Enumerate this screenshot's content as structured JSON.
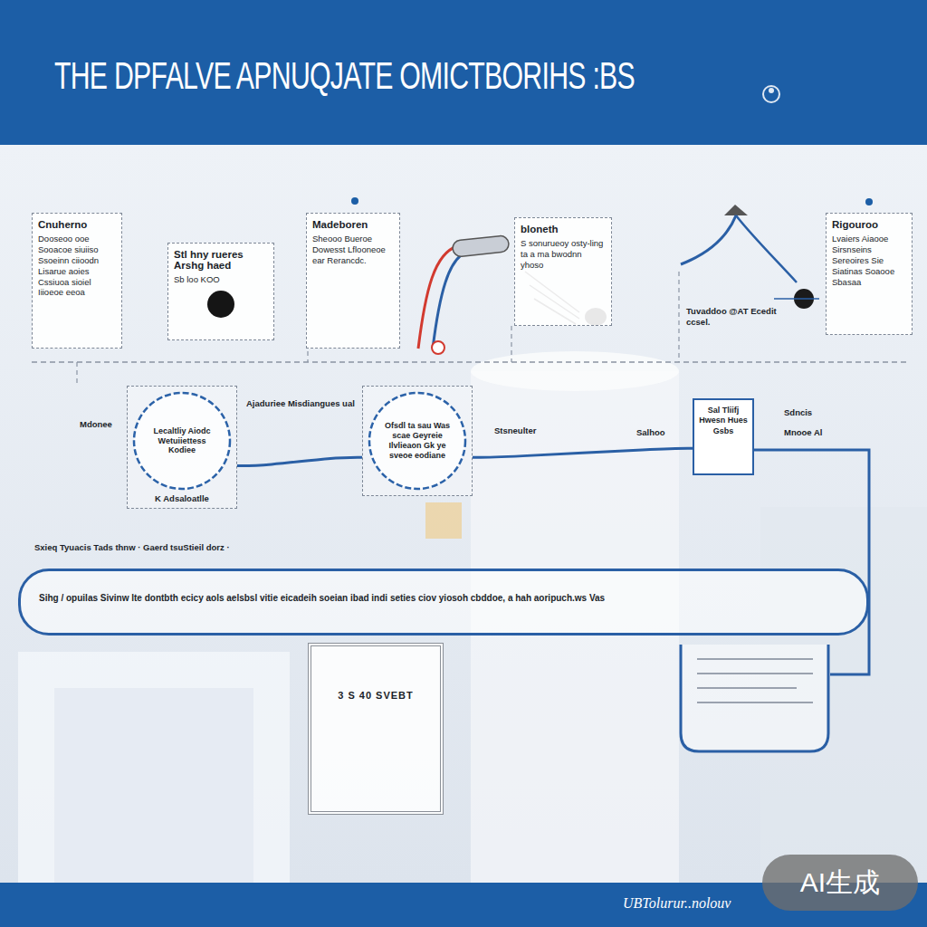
{
  "diagram": {
    "title": "THE DPFALVE APNUQJATE OMICTBORIHS :BS",
    "nodes": [
      {
        "text": [
          "Cnuherno",
          "Dooseoo ooe Sooacoe siuiiso Ssoeinn ciioodn Lisarue aoies Cssiuoa sioiel Iiioeoe eeoa"
        ]
      },
      {
        "text": [
          "Stl hny rueres Arshg haed",
          "Sb loo KOO"
        ]
      },
      {
        "text": [
          "Madeboren",
          "Sheooo Bueroe Dowesst Lflooneoe ear Rerancdc."
        ]
      },
      {
        "text": [
          "bloneth",
          "S sonurueoy osty-ling ta a ma bwodnn yhoso"
        ]
      },
      {
        "text": [
          "Rigouroo",
          "Lvaiers Aiaooe Sirsnseins Sereoires Sie Siatinas Soaooe Sbasaa"
        ]
      },
      {
        "text": [
          "Lecaltliy Aiodc Wetuiiettess Kodiee",
          "K Adsaloatlle"
        ]
      },
      {
        "text": [
          "Ofsdl ta sau Was scae Geyreie Ilvlieaon Gk ye sveoe eodiane"
        ]
      },
      {
        "text": [
          "Sal Tliifj Hwesn Hues Gsbs"
        ]
      },
      {
        "text": [
          "Sihg / opuilas Sivinw lte dontbth ecicy aols aelsbsl vitie eicadeih soeian ibad indi seties ciov yiosoh cbddoe, a hah aoripuch.ws Vas"
        ]
      },
      {
        "text": [
          "3 S 40 SVEBT"
        ]
      }
    ],
    "edges": [
      {
        "from": 5,
        "to": 6,
        "arrow": "none"
      },
      {
        "from": 6,
        "to": 7,
        "arrow": "none"
      }
    ],
    "labels": [
      "Tuvaddoo @AT Ecedit ccsel.",
      "Mdonee",
      "Ajaduriee Misdiangues ual",
      "Stsneulter",
      "Salhoo",
      "Sdncis",
      "Mnooe Al",
      "Sxieq Tyuacis Tads thnw · Gaerd tsuStieil dorz ·",
      "UBTolurur..nolouv",
      "AI生成"
    ]
  }
}
